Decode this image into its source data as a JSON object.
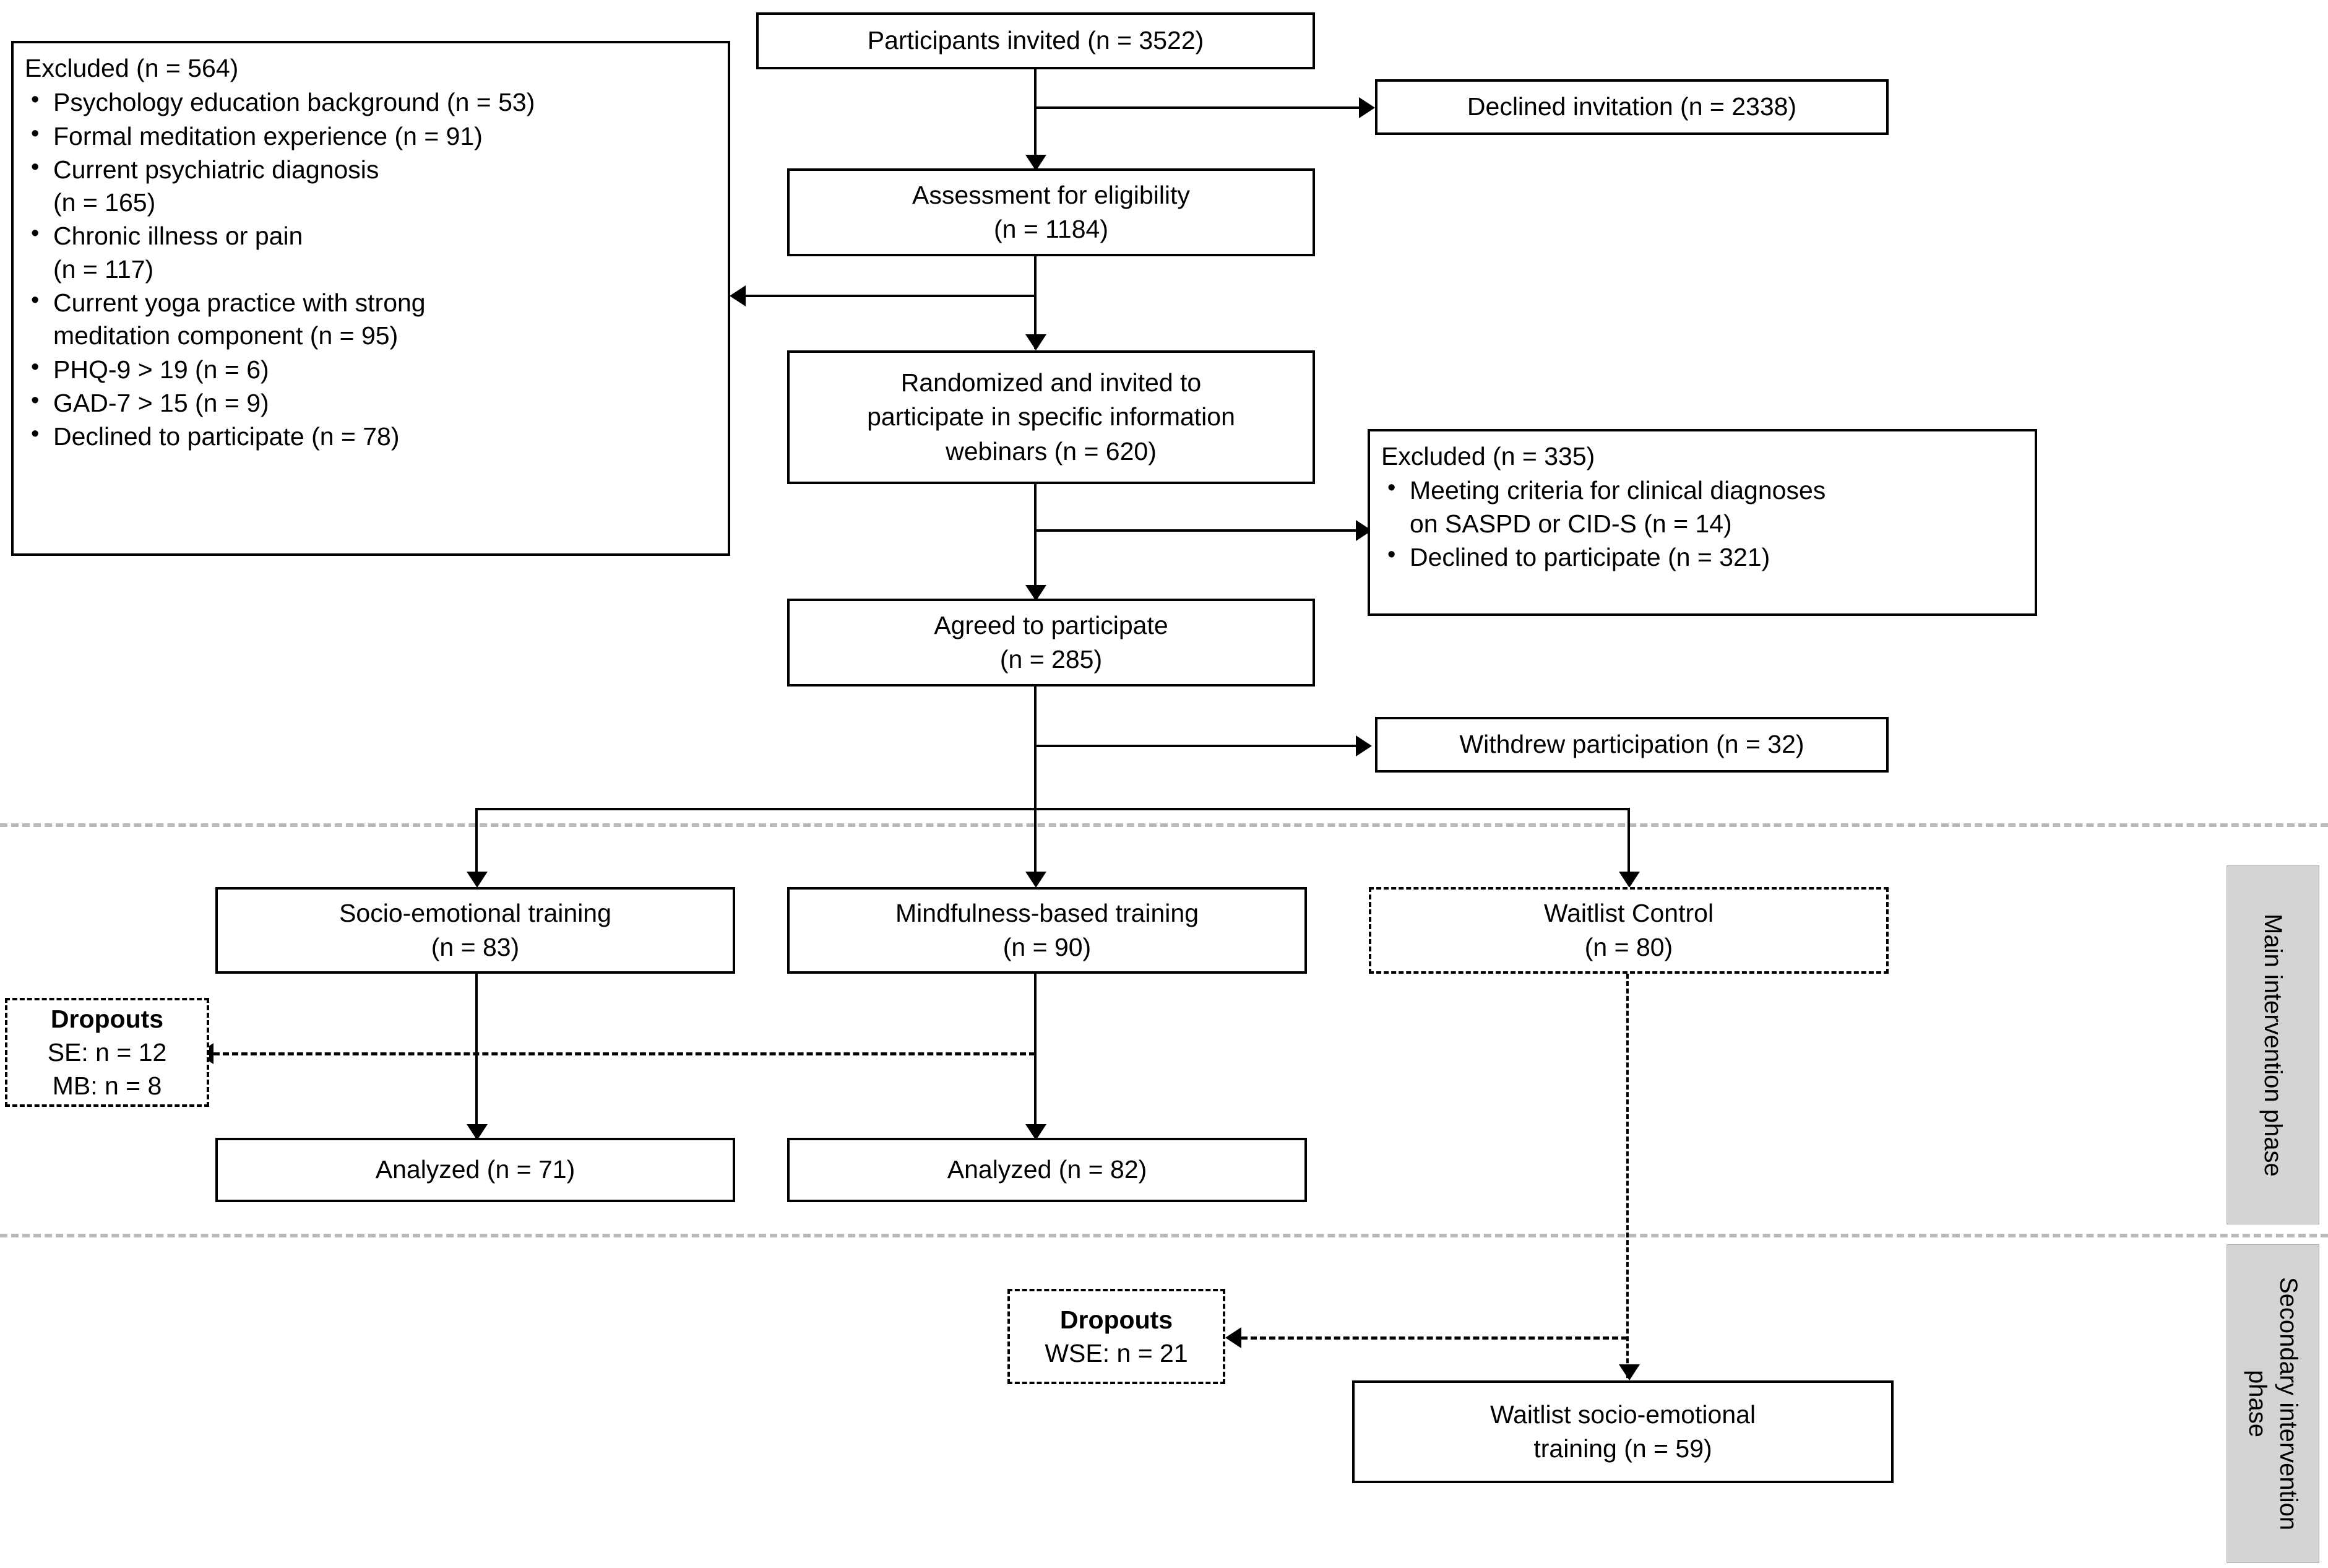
{
  "diagram": {
    "title": "CONSORT participant flow diagram",
    "colors": {
      "line": "#000000",
      "phase_band": "#d4d4d4",
      "phase_separator": "#b9b9b9"
    },
    "nodes": {
      "participants_invited": {
        "label": "Participants invited (n = 3522)"
      },
      "declined_invitation": {
        "label": "Declined invitation (n = 2338)"
      },
      "assessment_eligibility": {
        "line1": "Assessment for eligibility",
        "line2": "(n = 1184)"
      },
      "excluded_564": {
        "head": "Excluded (n = 564)",
        "items": [
          "Psychology education background (n = 53)",
          "Formal meditation experience (n = 91)",
          "Current psychiatric diagnosis\n(n = 165)",
          "Chronic illness or pain\n(n = 117)",
          "Current yoga practice with strong\nmeditation component (n = 95)",
          "PHQ-9 > 19 (n = 6)",
          "GAD-7 > 15 (n = 9)",
          "Declined to participate (n = 78)"
        ]
      },
      "randomized_webinars": {
        "line1": "Randomized and invited to",
        "line2": "participate in specific information",
        "line3": "webinars (n = 620)"
      },
      "excluded_335": {
        "head": "Excluded (n = 335)",
        "items": [
          "Meeting criteria for clinical diagnoses\non SASPD or CID-S (n = 14)",
          "Declined to participate (n = 321)"
        ]
      },
      "agreed_participate": {
        "line1": "Agreed to participate",
        "line2": "(n = 285)"
      },
      "withdrew_participation": {
        "label": "Withdrew participation (n = 32)"
      },
      "socio_emotional_training": {
        "line1": "Socio-emotional training",
        "line2": "(n = 83)"
      },
      "mindfulness_based_training": {
        "line1": "Mindfulness-based training",
        "line2": "(n = 90)"
      },
      "waitlist_control": {
        "line1": "Waitlist Control",
        "line2": "(n = 80)"
      },
      "dropouts_main": {
        "title": "Dropouts",
        "line1": "SE: n = 12",
        "line2": "MB: n = 8"
      },
      "analyzed_se": {
        "label": "Analyzed (n = 71)"
      },
      "analyzed_mb": {
        "label": "Analyzed (n = 82)"
      },
      "dropouts_secondary": {
        "title": "Dropouts",
        "line1": "WSE: n = 21"
      },
      "waitlist_se_training": {
        "line1": "Waitlist socio-emotional",
        "line2": "training (n = 59)"
      }
    },
    "phases": {
      "main": "Main intervention\nphase",
      "secondary": "Secondary\nintervention phase"
    }
  },
  "chart_data": {
    "type": "flowchart",
    "title": "CONSORT participant flow diagram",
    "flow": [
      {
        "id": "participants_invited",
        "label": "Participants invited",
        "n": 3522
      },
      {
        "id": "declined_invitation",
        "label": "Declined invitation",
        "n": 2338
      },
      {
        "id": "assessment_eligibility",
        "label": "Assessment for eligibility",
        "n": 1184
      },
      {
        "id": "excluded_564",
        "label": "Excluded",
        "n": 564,
        "reasons": [
          {
            "label": "Psychology education background",
            "n": 53
          },
          {
            "label": "Formal meditation experience",
            "n": 91
          },
          {
            "label": "Current psychiatric diagnosis",
            "n": 165
          },
          {
            "label": "Chronic illness or pain",
            "n": 117
          },
          {
            "label": "Current yoga practice with strong meditation component",
            "n": 95
          },
          {
            "label": "PHQ-9 > 19",
            "n": 6
          },
          {
            "label": "GAD-7 > 15",
            "n": 9
          },
          {
            "label": "Declined to participate",
            "n": 78
          }
        ]
      },
      {
        "id": "randomized_webinars",
        "label": "Randomized and invited to participate in specific information webinars",
        "n": 620
      },
      {
        "id": "excluded_335",
        "label": "Excluded",
        "n": 335,
        "reasons": [
          {
            "label": "Meeting criteria for clinical diagnoses on SASPD or CID-S",
            "n": 14
          },
          {
            "label": "Declined to participate",
            "n": 321
          }
        ]
      },
      {
        "id": "agreed_participate",
        "label": "Agreed to participate",
        "n": 285
      },
      {
        "id": "withdrew_participation",
        "label": "Withdrew participation",
        "n": 32
      },
      {
        "id": "socio_emotional_training",
        "label": "Socio-emotional training",
        "n": 83
      },
      {
        "id": "mindfulness_based_training",
        "label": "Mindfulness-based training",
        "n": 90
      },
      {
        "id": "waitlist_control",
        "label": "Waitlist Control",
        "n": 80
      },
      {
        "id": "dropouts_main",
        "label": "Dropouts",
        "SE": 12,
        "MB": 8
      },
      {
        "id": "analyzed_se",
        "label": "Analyzed",
        "n": 71
      },
      {
        "id": "analyzed_mb",
        "label": "Analyzed",
        "n": 82
      },
      {
        "id": "dropouts_secondary",
        "label": "Dropouts",
        "WSE": 21
      },
      {
        "id": "waitlist_se_training",
        "label": "Waitlist socio-emotional training",
        "n": 59
      }
    ],
    "phases": [
      "Main intervention phase",
      "Secondary intervention phase"
    ]
  }
}
